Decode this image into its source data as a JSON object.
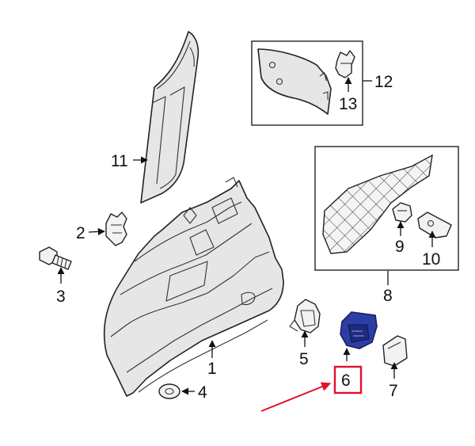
{
  "labels": {
    "p1": "1",
    "p2": "2",
    "p3": "3",
    "p4": "4",
    "p5": "5",
    "p6": "6",
    "p7": "7",
    "p8": "8",
    "p9": "9",
    "p10": "10",
    "p11": "11",
    "p12": "12",
    "p13": "13"
  },
  "colors": {
    "highlight_part": "#2b3ea6",
    "highlight_box": "#e0112b",
    "pointer_arrow": "#e0112b",
    "line": "#222222"
  }
}
